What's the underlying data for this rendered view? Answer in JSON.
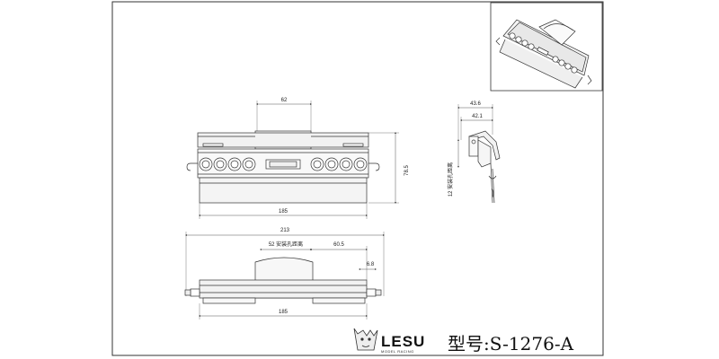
{
  "dimensions": {
    "front_top_width": "62",
    "front_height": "78.5",
    "front_bottom_width": "185",
    "side_outer_width": "43.6",
    "side_inner_width": "42.1",
    "side_hole_note": "12 安装孔距离",
    "plan_overall_width": "213",
    "plan_hole_spacing": "52 安装孔距离",
    "plan_offset": "60.5",
    "plan_small": "6.8",
    "plan_bottom_width": "185"
  },
  "brand": {
    "name": "LESU",
    "subtitle": "MODEL RACING"
  },
  "model": {
    "label": "型号:S-1276-A"
  },
  "icons": {
    "logo": "lion-head-logo"
  },
  "colors": {
    "line": "#333333",
    "dim_line": "#555555",
    "fill": "#f2f2f2"
  }
}
